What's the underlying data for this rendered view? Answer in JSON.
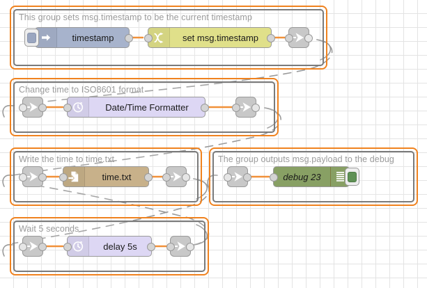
{
  "app": {
    "name": "Node-RED flow editor canvas",
    "grid_size": 20,
    "background_color": "#ffffff",
    "grid_color": "#e3e3e3"
  },
  "colors": {
    "group_border": "#f0821e",
    "group_inner_border": "#7a7a7a",
    "group_label": "#9b9b9b",
    "wire": "#f0821e",
    "link_wire": "#9a9a9a",
    "inject_node": "#a7b3cc",
    "change_node": "#e0e08a",
    "date_node": "#ddd7f4",
    "file_node": "#c8b18a",
    "debug_node": "#88a064",
    "link_node": "#c8c8c8"
  },
  "groups": [
    {
      "id": "group-timestamp",
      "label": "This group sets msg.timestamp to be the current timestamp",
      "nodes": [
        {
          "id": "inject-timestamp",
          "label": "timestamp",
          "icon": "inject-arrow-icon",
          "type": "inject"
        },
        {
          "id": "change-set-timestamp",
          "label": "set msg.timestamp",
          "icon": "change-shuffle-icon",
          "type": "change"
        },
        {
          "id": "link-out-1",
          "label": "",
          "icon": "link-out-icon",
          "type": "link-out"
        }
      ]
    },
    {
      "id": "group-iso8601",
      "label": "Change time to ISO8601 format",
      "nodes": [
        {
          "id": "link-in-2",
          "label": "",
          "icon": "link-in-icon",
          "type": "link-in"
        },
        {
          "id": "date-time-formatter",
          "label": "Date/Time Formatter",
          "icon": "clock-icon",
          "type": "date"
        },
        {
          "id": "link-out-2",
          "label": "",
          "icon": "link-out-icon",
          "type": "link-out"
        }
      ]
    },
    {
      "id": "group-write-file",
      "label": "Write the time to time.txt",
      "nodes": [
        {
          "id": "link-in-3",
          "label": "",
          "icon": "link-in-icon",
          "type": "link-in"
        },
        {
          "id": "file-time-txt",
          "label": "time.txt",
          "icon": "file-write-icon",
          "type": "file"
        },
        {
          "id": "link-out-3",
          "label": "",
          "icon": "link-out-icon",
          "type": "link-out"
        }
      ]
    },
    {
      "id": "group-debug",
      "label": "The group outputs msg.payload to the debug",
      "nodes": [
        {
          "id": "link-in-4",
          "label": "",
          "icon": "link-in-icon",
          "type": "link-in"
        },
        {
          "id": "debug-23",
          "label": "debug 23",
          "icon": "debug-lines-icon",
          "type": "debug"
        }
      ]
    },
    {
      "id": "group-delay",
      "label": "Wait 5 seconds",
      "nodes": [
        {
          "id": "link-in-5",
          "label": "",
          "icon": "link-in-icon",
          "type": "link-in"
        },
        {
          "id": "delay-5s",
          "label": "delay 5s",
          "icon": "clock-icon",
          "type": "date"
        },
        {
          "id": "link-out-5",
          "label": "",
          "icon": "link-out-icon",
          "type": "link-out"
        }
      ]
    }
  ]
}
